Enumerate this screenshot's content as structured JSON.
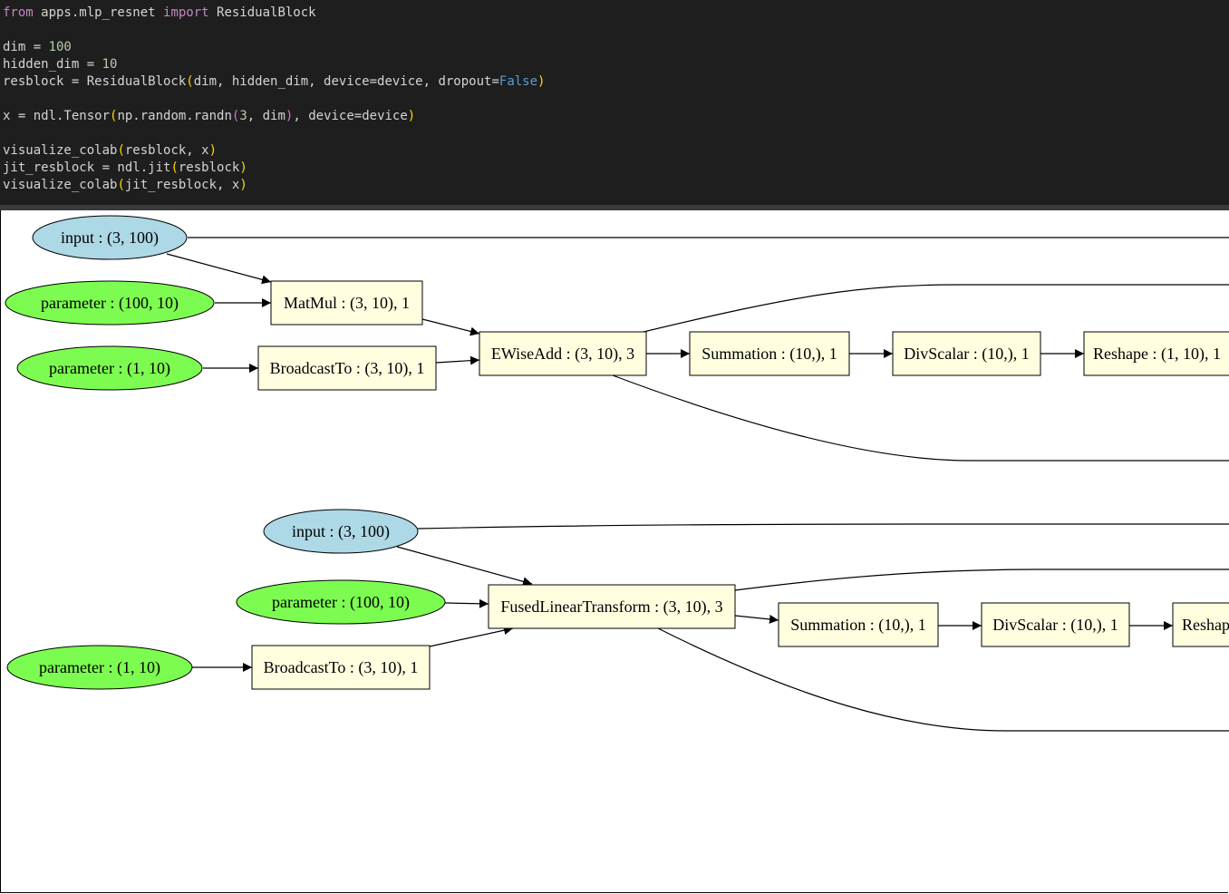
{
  "code_cell": {
    "line1": {
      "kw_from": "from",
      "module": " apps.mlp_resnet ",
      "kw_import": "import",
      "name": " ResidualBlock"
    },
    "line2": {
      "a": "dim = ",
      "n": "100"
    },
    "line3": {
      "a": "hidden_dim = ",
      "n": "10"
    },
    "line4": {
      "a": "resblock = ResidualBlock",
      "p1": "(",
      "b": "dim, hidden_dim, device=device, dropout=",
      "c": "False",
      "p2": ")"
    },
    "line5": {
      "a": "x = ndl.Tensor",
      "p1": "(",
      "b": "np.random.randn",
      "p3": "(",
      "n": "3",
      "b2": ", dim",
      "p4": ")",
      "b3": ", device=device",
      "p2": ")"
    },
    "line6": {
      "a": "visualize_colab",
      "p1": "(",
      "b": "resblock, x",
      "p2": ")"
    },
    "line7": {
      "a": "jit_resblock = ndl.jit",
      "p1": "(",
      "b": "resblock",
      "p2": ")"
    },
    "line8": {
      "a": "visualize_colab",
      "p1": "(",
      "b": "jit_resblock, x",
      "p2": ")"
    }
  },
  "graph1": {
    "input": "input : (3, 100)",
    "param_w": "parameter : (100, 10)",
    "param_b": "parameter : (1, 10)",
    "matmul": "MatMul : (3, 10), 1",
    "broadcast": "BroadcastTo : (3, 10), 1",
    "ewiseadd": "EWiseAdd : (3, 10), 3",
    "summation": "Summation : (10,), 1",
    "divscalar": "DivScalar : (10,), 1",
    "reshape": "Reshape : (1, 10), 1"
  },
  "graph2": {
    "input": "input : (3, 100)",
    "param_w": "parameter : (100, 10)",
    "param_b": "parameter : (1, 10)",
    "broadcast": "BroadcastTo : (3, 10), 1",
    "fused": "FusedLinearTransform : (3, 10), 3",
    "summation": "Summation : (10,), 1",
    "divscalar": "DivScalar : (10,), 1",
    "reshape": "Reshap"
  },
  "colors": {
    "code_bg": "#1e1e1e",
    "input_node": "#add8e6",
    "parameter_node": "#7cfc50",
    "op_node": "#ffffe0"
  }
}
